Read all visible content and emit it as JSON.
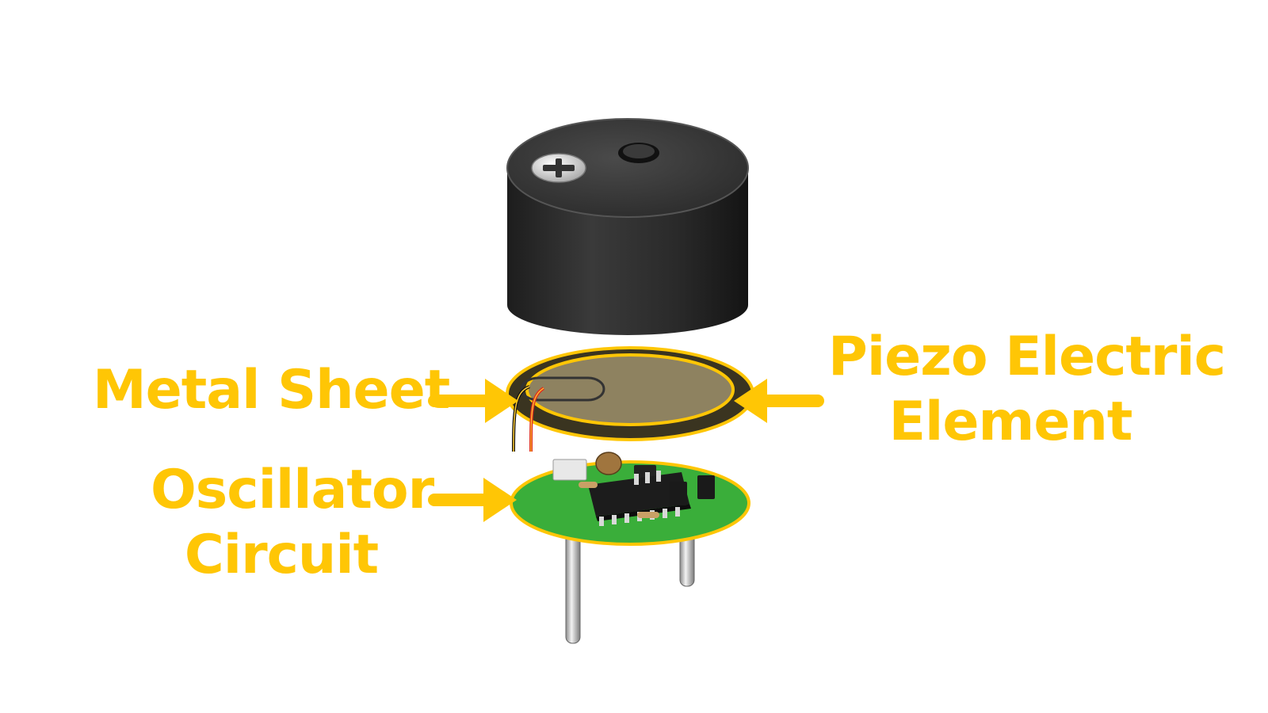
{
  "labels": {
    "metal_sheet": "Metal Sheet",
    "piezo_line1": "Piezo Electric",
    "piezo_line2": "Element",
    "oscillator_line1": "Oscillator",
    "oscillator_line2": "Circuit"
  },
  "colors": {
    "label": "#FFC605",
    "arrow": "#FFC605",
    "background": "#FFFFFF",
    "buzzer_body": "#2A2A2A",
    "piezo_disc": "#8E8260",
    "piezo_ring": "#3A3420",
    "pcb": "#3AAE3A",
    "chip": "#1C1C1C",
    "wire_red": "#E0301E",
    "wire_black": "#111111",
    "pin": "#BDBDBD"
  },
  "icons": {
    "top_screw": "plus-screw-icon",
    "sound_hole": "sound-hole-icon"
  }
}
